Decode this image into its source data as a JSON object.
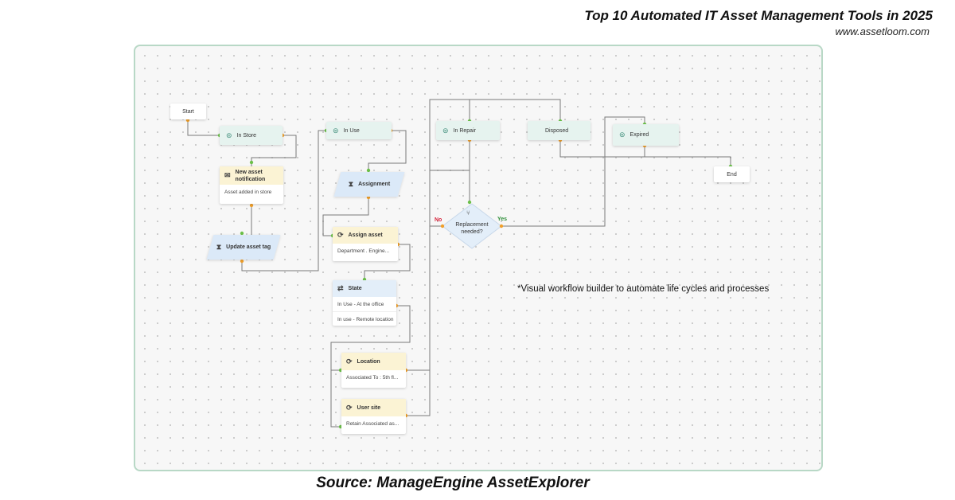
{
  "header": {
    "title": "Top 10 Automated IT Asset Management Tools in 2025",
    "url": "www.assetloom.com"
  },
  "workflow": {
    "start": "Start",
    "end": "End",
    "in_store": "In Store",
    "new_asset_notification": {
      "title": "New asset notification",
      "row": "Asset added in store"
    },
    "update_asset_tag": "Update asset tag",
    "in_use": "In Use",
    "assignment": "Assignment",
    "assign_asset": {
      "title": "Assign asset",
      "row": "Department . Engine..."
    },
    "state": {
      "title": "State",
      "rows": [
        "In Use - At the office",
        "In use - Remote location"
      ]
    },
    "location": {
      "title": "Location",
      "row": "Associated To : 5th fl..."
    },
    "user_site": {
      "title": "User site",
      "row": "Retain Associated as..."
    },
    "in_repair": "In Repair",
    "disposed": "Disposed",
    "expired": "Expired",
    "decision": {
      "label": "Replacement needed?",
      "no": "No",
      "yes": "Yes"
    }
  },
  "note": "*Visual workflow builder to automate life cycles and processes",
  "source": "Source: ManageEngine AssetExplorer",
  "colors": {
    "canvas_border": "#b8d8c6",
    "connector": "#7a7a7a",
    "in_port": "#6cc04a",
    "out_port": "#f0a02c",
    "yellow_header": "#fbf3d4",
    "blue_header": "#e3eef9",
    "green_node": "#e6f3ef",
    "no_label": "#d7263d",
    "yes_label": "#2f8f3a"
  },
  "icons": {
    "status": "status-icon",
    "email": "envelope-icon",
    "hourglass": "hourglass-icon",
    "refresh": "refresh-icon",
    "swap": "swap-arrows-icon",
    "branch": "branch-icon"
  }
}
